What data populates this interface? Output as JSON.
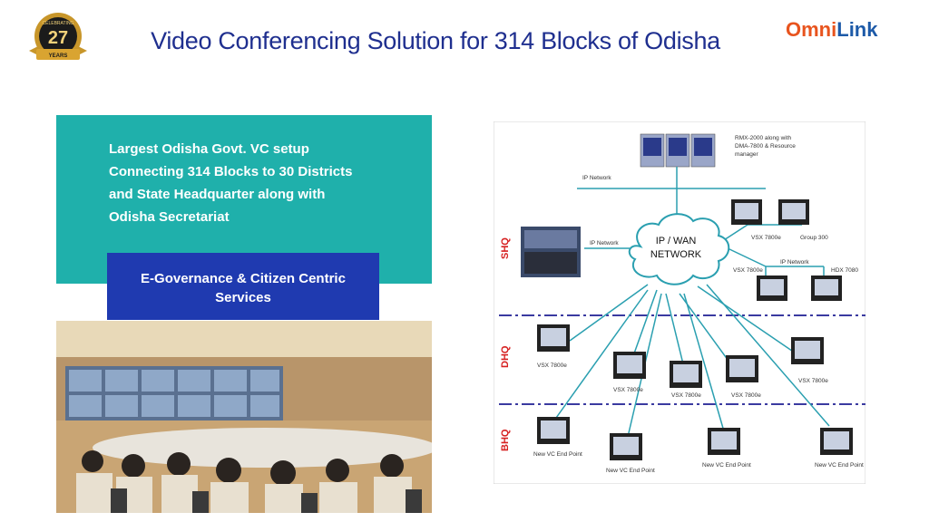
{
  "header": {
    "title": "Video Conferencing Solution for 314 Blocks of Odisha",
    "badge_top": "CELEBRATING",
    "badge_number": "27",
    "badge_bottom": "YEARS",
    "logo_o": "O",
    "logo_mni": "mni",
    "logo_link": "Link"
  },
  "teal_card": {
    "lines": [
      "Largest Odisha Govt. VC setup",
      "Connecting 314 Blocks to 30 Districts",
      "and State Headquarter along with",
      "Odisha Secretariat"
    ]
  },
  "blue_card": {
    "text": "E-Governance & Citizen Centric Services"
  },
  "diagram": {
    "rmx_label_1": "RMX-2000 along with",
    "rmx_label_2": "DMA-7800 & Resource",
    "rmx_label_3": "manager",
    "ip_network_top": "IP Network",
    "ip_network_left": "IP Network",
    "ip_network_right": "IP Network",
    "cloud_line1": "IP / WAN",
    "cloud_line2": "NETWORK",
    "tier_shq": "SHQ",
    "tier_dhq": "DHQ",
    "tier_bhq": "BHQ",
    "shq_top_1": "VSX 7800e",
    "shq_top_2": "Group 300",
    "shq_bot_1": "VSX 7800e",
    "shq_bot_2": "HDX 7080",
    "dhq_1": "VSX 7800e",
    "dhq_2": "VSX 7800e",
    "dhq_3": "VSX 7800e",
    "dhq_4": "VSX 7800e",
    "dhq_5": "VSX 7800e",
    "bhq_1": "New VC End Point",
    "bhq_2": "New VC End Point",
    "bhq_3": "New VC End Point",
    "bhq_4": "New VC End Point"
  },
  "colors": {
    "title": "#1f2f8f",
    "teal": "#1fb0ab",
    "blue": "#1f3ab0",
    "link_line": "#2a9fb0",
    "tier_label": "#d62020",
    "dash": "#3a3aa0"
  }
}
